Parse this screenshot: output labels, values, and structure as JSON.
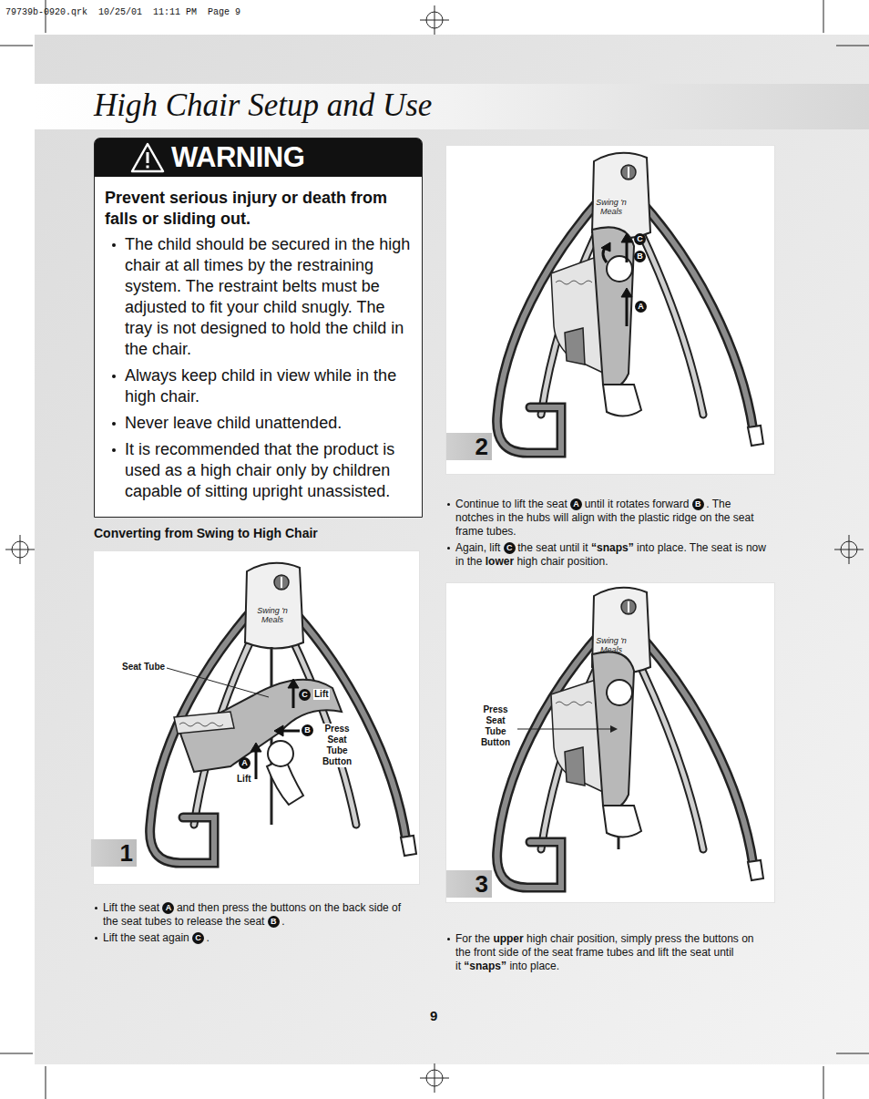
{
  "diagram": {
    "title": "High Chair Setup and Use",
    "nodes": [
      {
        "text": [
          "WARNING",
          "Prevent serious injury or death from falls or sliding out.",
          "The child should be secured in the high chair at all times by the restraining system. The restraint belts must be adjusted to fit your child snugly. The tray is not designed to hold the child in the chair.",
          "Always keep child in view while in the high chair.",
          "Never leave child unattended.",
          "It is recommended that the product is used as a high chair only by children capable of sitting upright unassisted."
        ]
      },
      {
        "text": [
          "1"
        ]
      },
      {
        "text": [
          "2"
        ]
      },
      {
        "text": [
          "3"
        ]
      }
    ],
    "labels": [
      "79739b-0920.qrk  10/25/01  11:11 PM  Page 9",
      "Converting from Swing to High Chair",
      "Seat Tube",
      "C",
      "Lift",
      "B",
      "Press Seat Tube Button",
      "A",
      "Lift",
      "Swing 'n Meals",
      "Swing 'n Meals",
      "C",
      "B",
      "A",
      "Swing 'n Meals",
      "Press Seat Tube Button",
      "Lift the seat",
      "A",
      "and then press the buttons on the back side of the seat tubes to release the seat",
      "B",
      ".",
      "Lift the seat again",
      "C",
      ".",
      "Continue to lift the seat",
      "A",
      "until it rotates forward",
      "B",
      ". The notches in the hubs will align with the plastic ridge on the seat frame tubes.",
      "Again, lift",
      "C",
      "the seat until it",
      "“snaps”",
      "into place. The seat is now in the",
      "lower",
      "high chair position.",
      "For the",
      "upper",
      "high chair position, simply press the buttons on the front side of the seat frame tubes and lift the seat until it",
      "“snaps”",
      "into place.",
      "9"
    ]
  }
}
